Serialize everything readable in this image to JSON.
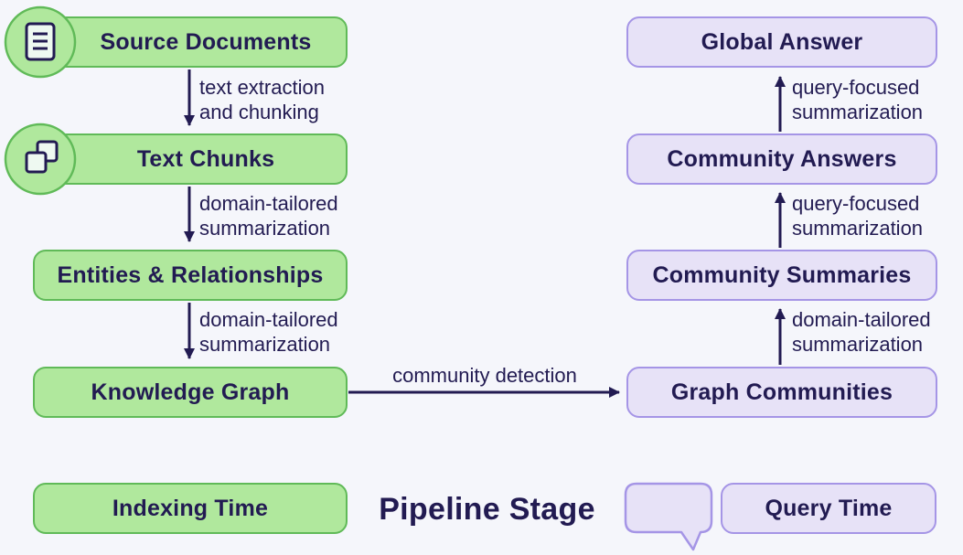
{
  "colors": {
    "background": "#f5f6fb",
    "ink": "#221b52",
    "green_fill": "#b0e89d",
    "green_border": "#60ba58",
    "purple_fill": "#e7e2f7",
    "purple_border": "#a595e6",
    "icon_fill": "#eef9f1"
  },
  "indexing": {
    "nodes": [
      {
        "label": "Source Documents",
        "icon": "document-icon"
      },
      {
        "label": "Text Chunks",
        "icon": "copy-icon"
      },
      {
        "label": "Entities & Relationships",
        "icon": ""
      },
      {
        "label": "Knowledge Graph",
        "icon": ""
      }
    ],
    "edges": [
      {
        "line1": "text extraction",
        "line2": "and chunking"
      },
      {
        "line1": "domain-tailored",
        "line2": "summarization"
      },
      {
        "line1": "domain-tailored",
        "line2": "summarization"
      }
    ]
  },
  "query": {
    "nodes": [
      {
        "label": "Global Answer"
      },
      {
        "label": "Community Answers"
      },
      {
        "label": "Community Summaries"
      },
      {
        "label": "Graph Communities"
      }
    ],
    "edges": [
      {
        "line1": "query-focused",
        "line2": "summarization"
      },
      {
        "line1": "query-focused",
        "line2": "summarization"
      },
      {
        "line1": "domain-tailored",
        "line2": "summarization"
      }
    ]
  },
  "cross_edge": {
    "label": "community detection"
  },
  "legend": {
    "indexing_label": "Indexing Time",
    "stage_label": "Pipeline Stage",
    "query_label": "Query Time"
  }
}
